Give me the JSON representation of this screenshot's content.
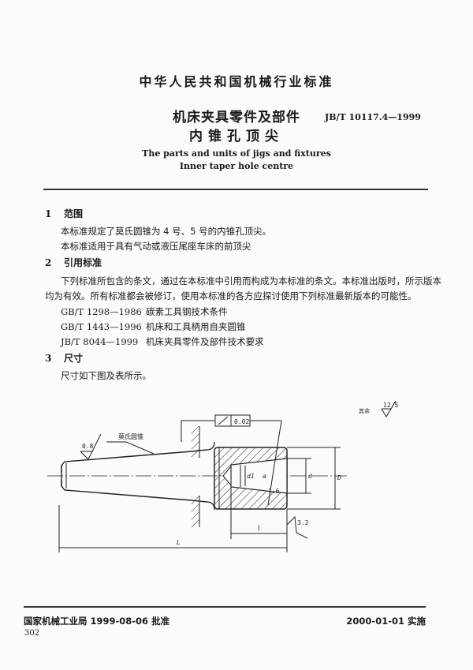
{
  "header": {
    "organization": "中华人民共和国机械行业标准",
    "title_line1": "机床夹具零件及部件",
    "title_line2": "内锥孔顶尖",
    "standard_code": "JB/T 10117.4—1999",
    "title_en_line1": "The parts and units of jigs and fixtures",
    "title_en_line2": "Inner taper hole centre"
  },
  "sections": [
    {
      "number": "1",
      "heading": "范围",
      "paragraphs": [
        "本标准规定了莫氏圆锥为 4 号、5 号的内锥孔顶尖。",
        "本标准适用于具有气动或液压尾座车床的前顶尖"
      ]
    },
    {
      "number": "2",
      "heading": "引用标准",
      "intro_line1": "下列标准所包含的条文，通过在本标准中引用而构成为本标准的条文。本标准出版时，所示版本",
      "intro_line2": "均为有效。所有标准都会被修订，使用本标准的各方应探讨使用下列标准最新版本的可能性。",
      "references": [
        {
          "code": "GB/T 1298—1986",
          "title": "碳素工具钢技术条件"
        },
        {
          "code": "GB/T 1443—1996",
          "title": "机床和工具柄用自夹圆锥"
        },
        {
          "code": "JB/T 8044—1999",
          "title": "机床夹具零件及部件技术要求"
        }
      ]
    },
    {
      "number": "3",
      "heading": "尺寸",
      "paragraphs": [
        "尺寸如下图及表所示。"
      ]
    }
  ],
  "drawing": {
    "other_roughness_label": "其余",
    "other_roughness_value": "12.5",
    "taper_label": "莫氏圆锥",
    "roughness_taper": "0.8",
    "runout_tolerance": "0.02",
    "roughness_inner": "1.6",
    "roughness_face": "3.2",
    "dim_d1": "d1",
    "dim_a": "a",
    "dim_d": "d",
    "dim_D": "D",
    "dim_l": "l",
    "dim_L": "L"
  },
  "footer": {
    "approval": "国家机械工业局 1999-08-06 批准",
    "effective": "2000-01-01 实施",
    "page_number": "302"
  }
}
